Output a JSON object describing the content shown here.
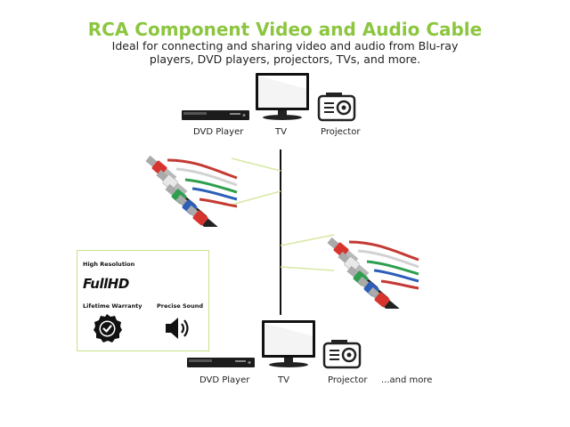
{
  "header": {
    "title": "RCA Component Video and Audio Cable",
    "subtitle": "Ideal for connecting and sharing video and audio from Blu-ray players, DVD players, projectors, TVs, and more."
  },
  "top_devices": {
    "dvd_label": "DVD Player",
    "tv_label": "TV",
    "projector_label": "Projector"
  },
  "bottom_devices": {
    "dvd_label": "DVD Player",
    "tv_label": "TV",
    "projector_label": "Projector",
    "more_label": "...and more"
  },
  "features": {
    "resolution_label": "High Resolution",
    "fullhd_text": "FullHD",
    "warranty_label": "Lifetime Warranty",
    "sound_label": "Precise Sound"
  },
  "colors": {
    "accent": "#8cc63f",
    "connector_red": "#d8342e",
    "connector_white": "#e8e8e8",
    "connector_green": "#2e9e4f",
    "connector_blue": "#2c5fb8"
  }
}
